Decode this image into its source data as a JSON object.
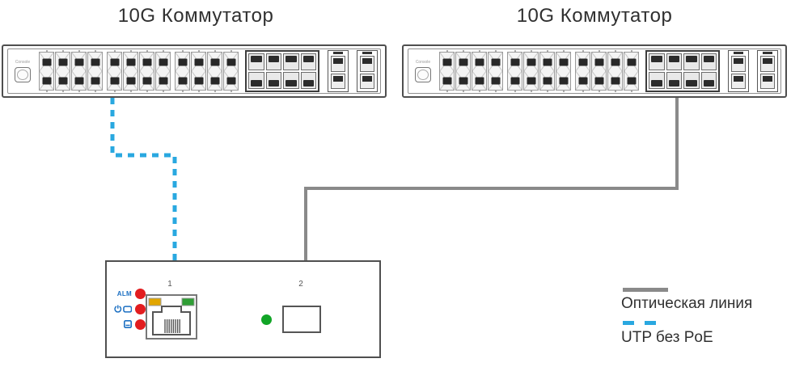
{
  "switches": [
    {
      "title": "10G Коммутатор"
    },
    {
      "title": "10G Коммутатор"
    }
  ],
  "switch_ports": {
    "console_label": "Console",
    "rj45_groups": 3,
    "rj45_ports_per_group": 4,
    "sfp_block_cols": 4,
    "sfp_block_rows": 2,
    "uplink_modules": 2,
    "uplink_ports_per_module": 2
  },
  "converter": {
    "alarm_label": "ALM",
    "port1_label": "1",
    "port2_label": "2"
  },
  "legend": {
    "optical_label": "Оптическая линия",
    "utp_label": "UTP без PoE"
  },
  "colors": {
    "optical_line": "#8a8a8a",
    "utp_line": "#29a8e0",
    "led_red": "#e21d1f",
    "led_yellow": "#e2a600",
    "led_green": "#2f9e35",
    "link_green": "#12a527",
    "label_blue": "#1b6fc2",
    "chassis": "#4f4f4f",
    "text": "#303030"
  }
}
